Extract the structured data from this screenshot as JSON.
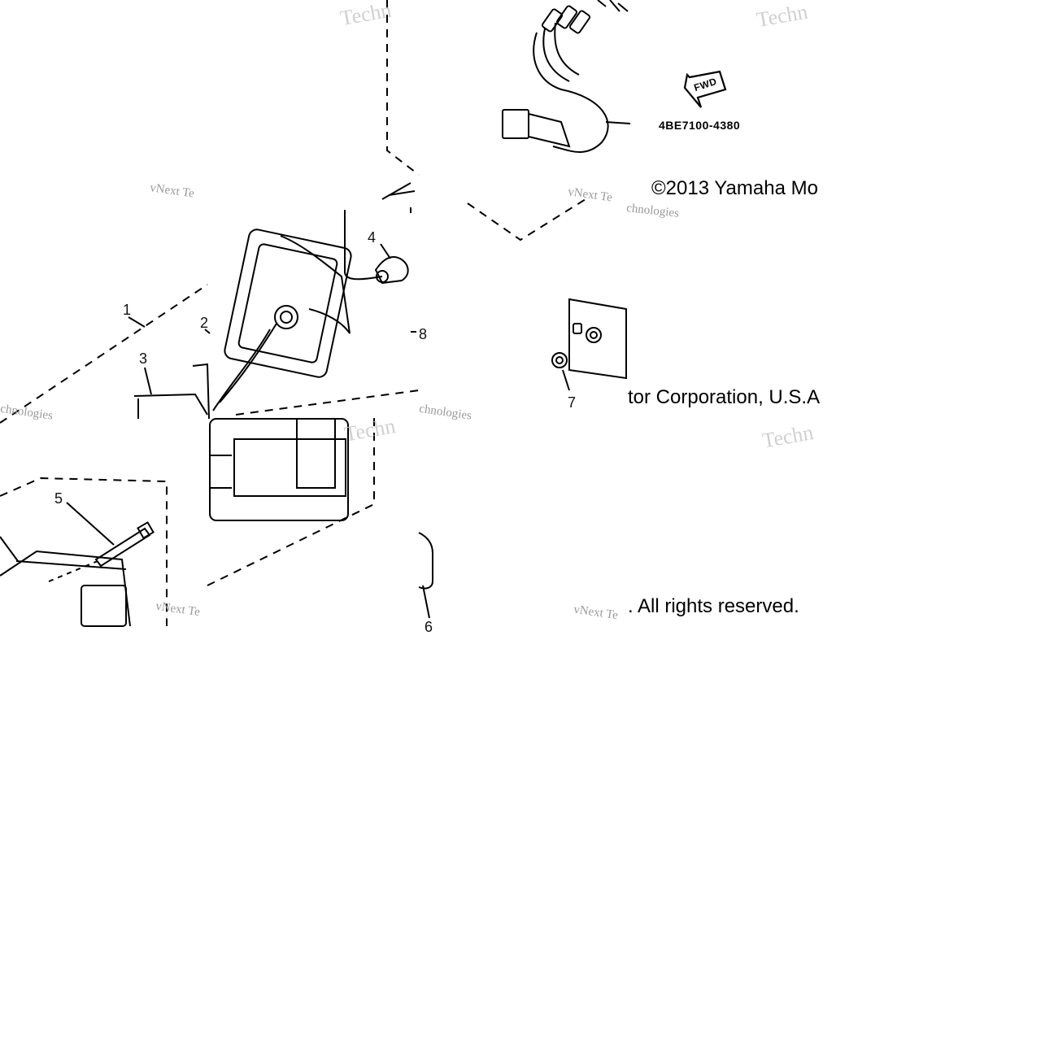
{
  "diagram": {
    "callouts": [
      "1",
      "2",
      "3",
      "4",
      "5",
      "6",
      "7",
      "8"
    ],
    "part_code": "4BE7100-4380",
    "fwd_label": "FWD",
    "copyright": {
      "line1": "©2013 Yamaha Mo",
      "line2": "tor Corporation, U.S.A",
      "line3": ". All rights reserved."
    },
    "watermark": {
      "word": "Techn",
      "small": "vNext Te",
      "small2": "chnologies"
    },
    "colors": {
      "line": "#000000",
      "watermark": "#c8c8c8",
      "background": "#ffffff"
    }
  }
}
